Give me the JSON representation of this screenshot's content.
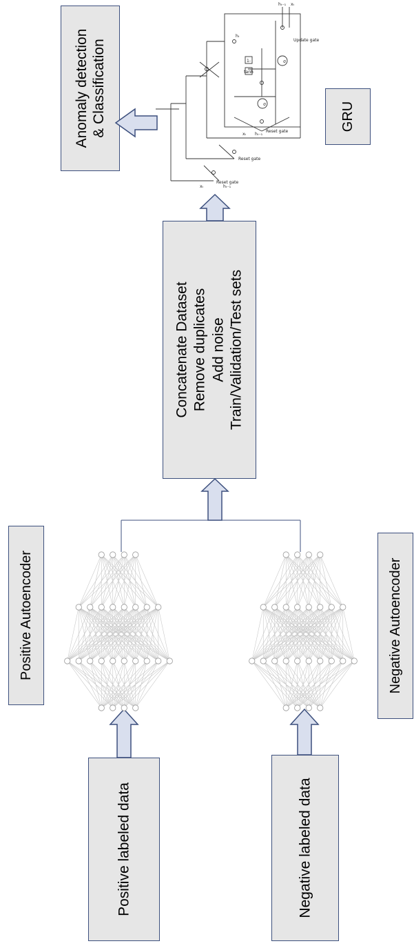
{
  "boxes": {
    "anomaly": {
      "line1": "Anomaly detection",
      "line2": "& Classification"
    },
    "gru": "GRU",
    "preprocess": {
      "line1": "Concatenate Dataset",
      "line2": "Remove duplicates",
      "line3": "Add noise",
      "line4": "Train/Validation/Test sets"
    },
    "positive_ae": "Positive Autoencoder",
    "negative_ae": "Negative Autoencoder",
    "positive_data": "Positive labeled data",
    "negative_data": "Negative labeled data"
  },
  "colors": {
    "box_fill": "#e6e6e6",
    "box_border": "#3c4f7d",
    "arrow_fill": "#d9dfee",
    "arrow_stroke": "#3c4f7d",
    "nn_line": "#c8c8c8"
  },
  "gru_diagram": {
    "gate_labels": [
      "Update gate",
      "Reset gate",
      "Reset gate",
      "Reset gate"
    ],
    "symbols": [
      "hₜ",
      "xₜ",
      "hₜ₋₁",
      "σ",
      "tanh",
      "1-",
      "σ",
      "hₜ₋₁",
      "xₜ",
      "hₜ₋₁",
      "xₜ"
    ]
  }
}
